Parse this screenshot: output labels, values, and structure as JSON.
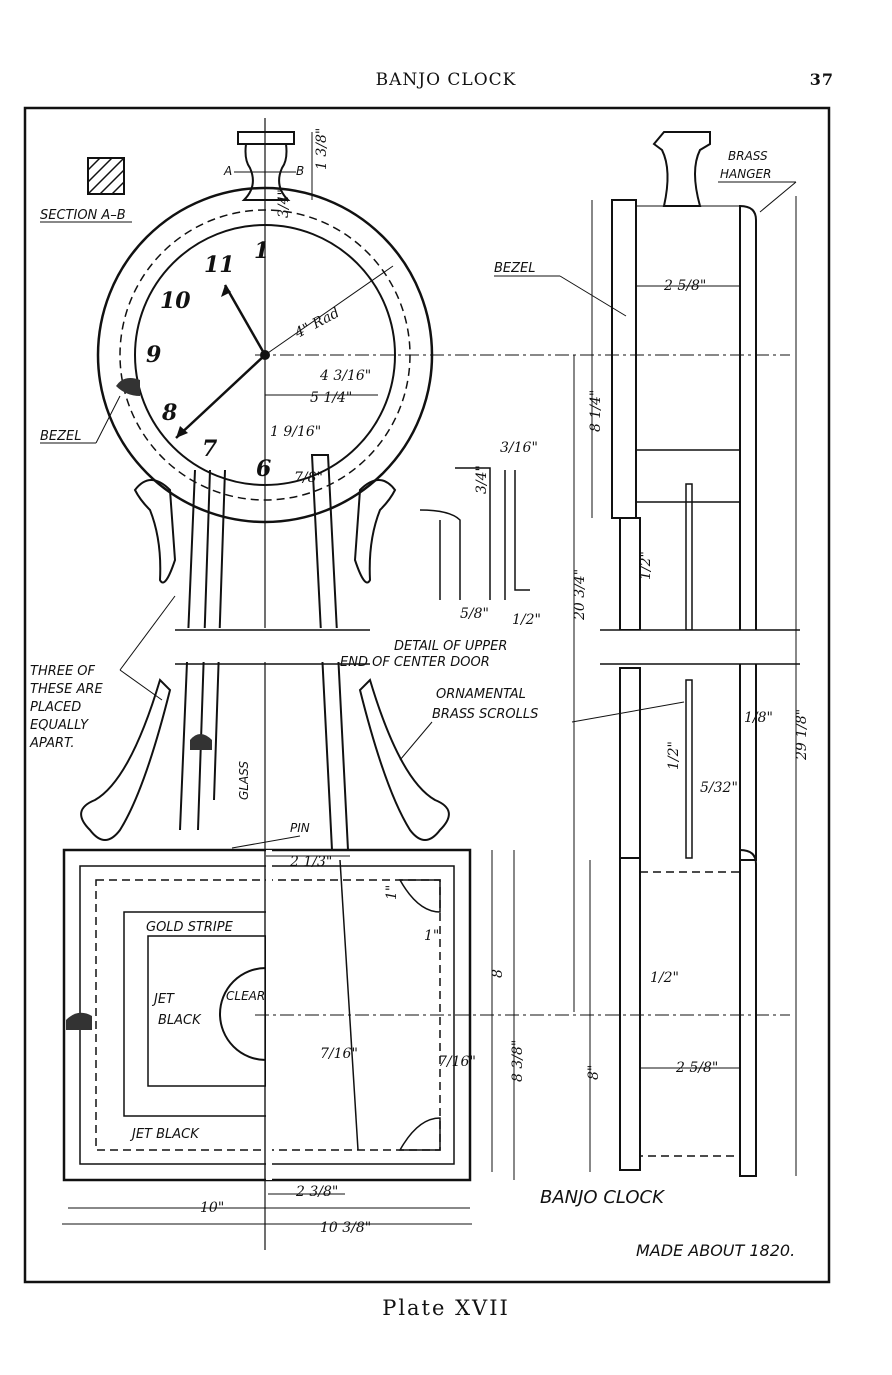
{
  "header": {
    "title": "BANJO CLOCK",
    "page_number": "37"
  },
  "plate_caption": "Plate XVII",
  "labels": {
    "section_ab": "SECTION A–B",
    "section_a": "A",
    "section_b": "B",
    "bezel_left": "BEZEL",
    "bezel_right": "BEZEL",
    "brass_hanger_1": "BRASS",
    "brass_hanger_2": "HANGER",
    "three_of_1": "THREE OF",
    "three_of_2": "THESE ARE",
    "three_of_3": "PLACED",
    "three_of_4": "EQUALLY",
    "three_of_5": "APART.",
    "detail_1": "DETAIL OF UPPER",
    "detail_2": "END OF CENTER DOOR",
    "ornamental_1": "ORNAMENTAL",
    "ornamental_2": "BRASS SCROLLS",
    "glass": "GLASS",
    "pin": "PIN",
    "gold_stripe": "GOLD STRIPE",
    "jet": "JET",
    "black": "BLACK",
    "clear": "CLEAR",
    "jet_black": "JET BLACK",
    "banjo_clock": "BANJO CLOCK",
    "made_about": "MADE ABOUT 1820."
  },
  "dial_numerals": [
    "11",
    "1",
    "10",
    "9",
    "8",
    "7",
    "6"
  ],
  "dimensions": {
    "rad": "4\" Rad",
    "d_4_3_16": "4 3/16\"",
    "d_5_1_4": "5 1/4\"",
    "d_1_9_16": "1 9/16\"",
    "d_1_3_8": "1 3/8\"",
    "d_3_4": "3/4\"",
    "d_2_5_8_top": "2 5/8\"",
    "d_8_1_4": "8 1/4\"",
    "d_20_3_4": "20 3/4\"",
    "d_29_1_8": "29 1/8\"",
    "d_1_2_a": "1/2\"",
    "d_1_8": "1/8\"",
    "d_1_2_b": "1/2\"",
    "d_5_32": "5/32\"",
    "d_3_16": "3/16\"",
    "d_3_4_b": "3/4\"",
    "d_5_8": "5/8\"",
    "d_1_2_c": "1/2\"",
    "d_7_8": "7/8\"",
    "d_2_1_3": "2 1/3\"",
    "d_1_a": "1\"",
    "d_1_b": "1\"",
    "d_8_a": "8",
    "d_8_3_8": "8 3/8\"",
    "d_7_16_a": "7/16\"",
    "d_7_16_b": "7/16\"",
    "d_2_3_8": "2 3/8\"",
    "d_10": "10\"",
    "d_10_3_8": "10 3/8\"",
    "d_8_b": "8\"",
    "d_1_2_d": "1/2\"",
    "d_2_5_8_bot": "2 5/8\""
  }
}
